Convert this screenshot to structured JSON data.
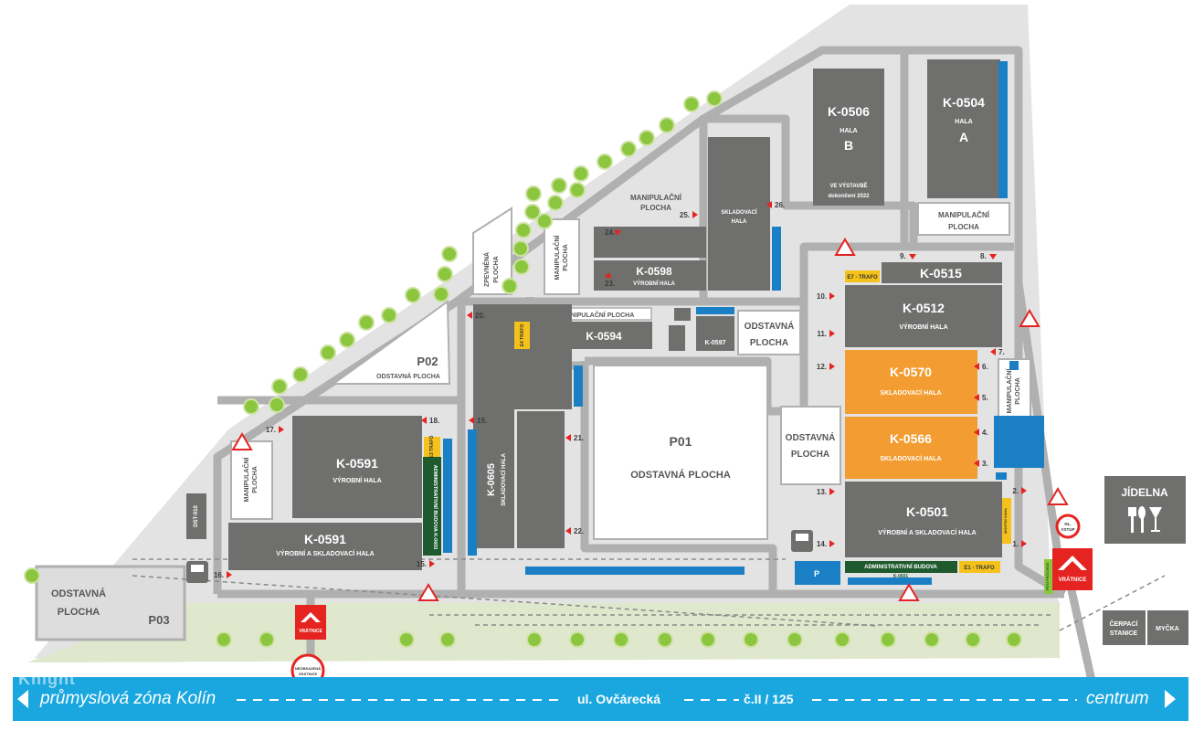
{
  "colors": {
    "ground": "#e3e3e3",
    "road": "#b0b0b0",
    "building": "#6f6f6e",
    "highlight": "#f39c32",
    "banner": "#1aa7df",
    "admin": "#1e5a2e",
    "trafo": "#f5c21b",
    "parking": "#1a7fc4",
    "tree": "#8cc63f",
    "marker": "#e52421"
  },
  "buildings": {
    "k0506": {
      "code": "K-0506",
      "type": "HALA",
      "letter": "B",
      "note1": "VE VÝSTAVBĚ",
      "note2": "dokončení 2022"
    },
    "k0504": {
      "code": "K-0504",
      "type": "HALA",
      "letter": "A"
    },
    "k0515": {
      "code": "K-0515"
    },
    "k0512": {
      "code": "K-0512",
      "type": "VÝROBNÍ HALA"
    },
    "k0570": {
      "code": "K-0570",
      "type": "SKLADOVACÍ HALA"
    },
    "k0566": {
      "code": "K-0566",
      "type": "SKLADOVACÍ HALA"
    },
    "k0501": {
      "code": "K-0501",
      "type": "VÝROBNÍ A SKLADOVACÍ HALA"
    },
    "k0598": {
      "code": "K-0598",
      "type": "VÝROBNÍ HALA"
    },
    "sklad_hala": {
      "type1": "SKLADOVACÍ",
      "type2": "HALA"
    },
    "k0594": {
      "code": "K-0594"
    },
    "k0597": {
      "code": "K-0597"
    },
    "k0605": {
      "code": "K-0605",
      "type": "SKLADOVACÍ HALA"
    },
    "k0591a": {
      "code": "K-0591",
      "type": "VÝROBNÍ HALA"
    },
    "k0591b": {
      "code": "K-0591",
      "type": "VÝROBNÍ A SKLADOVACÍ HALA"
    },
    "k0603": {
      "label": "ADMINISTRATIVNÍ BUDOVA K-0603"
    },
    "k0601": {
      "label1": "ADMINISTRATIVNÍ BUDOVA",
      "label2": "K-0601"
    },
    "dst010": {
      "code": "DST-010"
    }
  },
  "areas": {
    "p01": {
      "code": "P01",
      "name": "ODSTAVNÁ PLOCHA"
    },
    "p02": {
      "code": "P02",
      "name": "ODSTAVNÁ PLOCHA"
    },
    "p03": {
      "code": "P03",
      "name1": "ODSTAVNÁ",
      "name2": "PLOCHA"
    },
    "odst_right": {
      "name1": "ODSTAVNÁ",
      "name2": "PLOCHA"
    },
    "odst_mid": {
      "name1": "ODSTAVNÁ",
      "name2": "PLOCHA"
    },
    "manip_top": {
      "name1": "MANIPULAČNÍ",
      "name2": "PLOCHA"
    },
    "manip_k0504": {
      "name1": "MANIPULAČNÍ",
      "name2": "PLOCHA"
    },
    "manip_k0594": {
      "name": "MANIPULAČNÍ PLOCHA"
    },
    "manip_vert1": {
      "name1": "MANIPULAČNÍ",
      "name2": "PLOCHA"
    },
    "manip_vert2": {
      "name1": "MANIPULAČNÍ",
      "name2": "PLOCHA"
    },
    "manip_vert3": {
      "name1": "MANIPULAČNÍ",
      "name2": "PLOCHA"
    },
    "zelen": {
      "name1": "ZPEVNĚNÁ",
      "name2": "PLOCHA"
    }
  },
  "trafos": {
    "e1": "E1 - TRAFO",
    "e3": "E3 TRAFO",
    "e4": "E4 TRAFO",
    "e7": "E7 - TRAFO"
  },
  "gates": {
    "main_gate": "VRÁTNICE",
    "west_gate": "VRÁTNICE",
    "hl_vstup1": "HL.",
    "hl_vstup2": "VSTUP",
    "hist_gate1": "NEOBSAZENÁ",
    "hist_gate2": "VRÁTNICE",
    "vaha": "MOSTNÍ VÁHA"
  },
  "gates_extra": {
    "pedestrian": "PĚŠÍ PRŮCHOD"
  },
  "docks": [
    "1.",
    "2.",
    "3.",
    "4.",
    "5.",
    "6.",
    "7.",
    "8.",
    "9.",
    "10.",
    "11.",
    "12.",
    "13.",
    "14.",
    "15.",
    "16.",
    "17.",
    "18.",
    "19.",
    "20.",
    "21.",
    "22.",
    "23.",
    "24.",
    "25.",
    "26."
  ],
  "parking_letter": "P",
  "amenities": {
    "jidelna": "JÍDELNA",
    "cerpaci1": "ČERPACÍ",
    "cerpaci2": "STANICE",
    "mycka": "MYČKA"
  },
  "banner": {
    "left": "průmyslová zóna Kolín",
    "street": "ul. Ovčárecká",
    "road": "č.II / 125",
    "right": "centrum",
    "watermark": "Knight"
  }
}
